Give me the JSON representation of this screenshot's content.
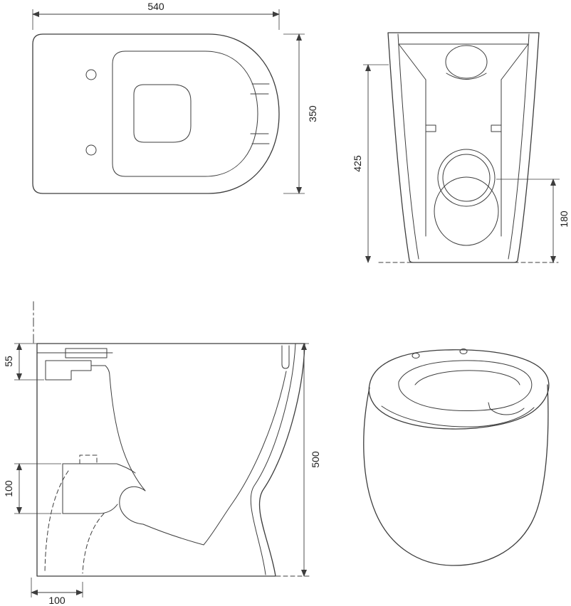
{
  "drawing": {
    "colors": {
      "line": "#3d3d3d",
      "background": "#ffffff",
      "text": "#1d1d1d"
    }
  },
  "dims": {
    "top_width": "540",
    "top_depth": "350",
    "front_height": "425",
    "outlet_center_height": "180",
    "rim_inlet_drop": "55",
    "outlet_spigot_height": "100",
    "overall_height": "500",
    "outlet_setout": "100"
  }
}
